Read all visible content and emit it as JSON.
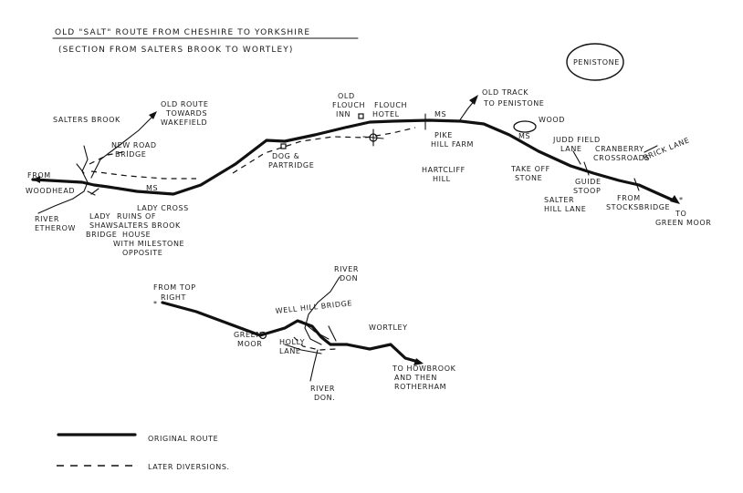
{
  "map": {
    "title": "OLD \"SALT\" ROUTE FROM CHESHIRE TO YORKSHIRE",
    "subtitle": "(SECTION FROM SALTERS BROOK TO WORTLEY)",
    "penistone": "PENISTONE",
    "labels": {
      "salters_brook": "SALTERS BROOK",
      "old_route_1": "OLD ROUTE",
      "old_route_2": "TOWARDS",
      "old_route_3": "WAKEFIELD",
      "new_road_1": "NEW ROAD",
      "new_road_2": "BRIDGE",
      "from_woodhead_1": "FROM",
      "from_woodhead_2": "WOODHEAD",
      "river_etherow_1": "RIVER",
      "river_etherow_2": "ETHEROW",
      "lady_shaw_1": "LADY",
      "lady_shaw_2": "SHAW",
      "lady_shaw_3": "BRIDGE",
      "ruins_1": "RUINS OF",
      "ruins_2": "SALTERS BROOK",
      "ruins_3": "HOUSE",
      "ruins_4": "WITH MILESTONE",
      "ruins_5": "OPPOSITE",
      "lady_cross": "LADY CROSS",
      "ms_1": "MS",
      "dog_1": "DOG &",
      "dog_2": "PARTRIDGE",
      "old_flouch_1": "OLD",
      "old_flouch_2": "FLOUCH",
      "old_flouch_3": "INN",
      "flouch_hotel_1": "FLOUCH",
      "flouch_hotel_2": "HOTEL",
      "ms_2": "MS",
      "pike_1": "PIKE",
      "pike_2": "HILL FARM",
      "hartcliff_1": "HARTCLIFF",
      "hartcliff_2": "HILL",
      "old_track_1": "OLD TRACK",
      "old_track_2": "TO PENISTONE",
      "wood": "WOOD",
      "ms_3": "MS",
      "judd_1": "JUDD FIELD",
      "judd_2": "LANE",
      "cranberry_1": "CRANBERRY",
      "cranberry_2": "CROSSROADS",
      "brick_lane": "BRICK LANE",
      "take_off_1": "TAKE OFF",
      "take_off_2": "STONE",
      "guide_1": "GUIDE",
      "guide_2": "STOOP",
      "salter_hill_1": "SALTER",
      "salter_hill_2": "HILL LANE",
      "from_stocks_1": "FROM",
      "from_stocks_2": "STOCKSBRIDGE",
      "to_green_1": "TO",
      "to_green_2": "GREEN MOOR",
      "from_top_1": "FROM TOP",
      "from_top_2": "RIGHT",
      "river_don_top_1": "RIVER",
      "river_don_top_2": "DON",
      "well_hill": "WELL HILL BRIDGE",
      "green_moor_1": "GREEN",
      "green_moor_2": "MOOR",
      "holly_1": "HOLLY",
      "holly_2": "LANE",
      "wortley": "WORTLEY",
      "howbrook_1": "TO HOWBROOK",
      "howbrook_2": "AND THEN",
      "howbrook_3": "ROTHERHAM",
      "river_don_bot_1": "RIVER",
      "river_don_bot_2": "DON."
    }
  },
  "legend": {
    "original": "ORIGINAL ROUTE",
    "later": "LATER DIVERSIONS."
  }
}
